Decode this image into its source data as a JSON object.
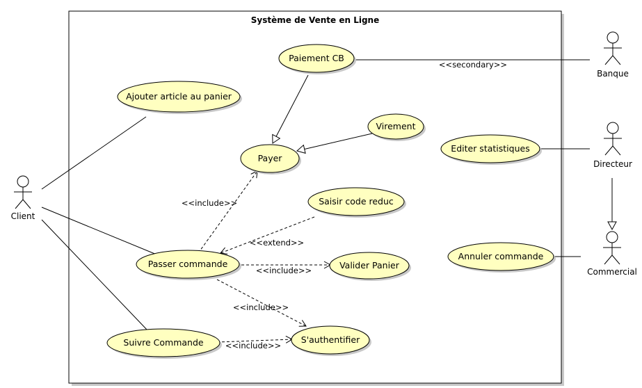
{
  "system": {
    "title": "Système de Vente en Ligne"
  },
  "actors": {
    "client": "Client",
    "banque": "Banque",
    "directeur": "Directeur",
    "commercial": "Commercial"
  },
  "use_cases": {
    "paiement_cb": "Paiement CB",
    "ajouter_article": "Ajouter article au panier",
    "virement": "Virement",
    "payer": "Payer",
    "editer_statistiques": "Editer statistiques",
    "saisir_code_reduc": "Saisir code reduc",
    "passer_commande": "Passer commande",
    "valider_panier": "Valider Panier",
    "annuler_commande": "Annuler commande",
    "suivre_commande": "Suivre Commande",
    "sauthentifier": "S'authentifier"
  },
  "relationships": {
    "secondary": "<<secondary>>",
    "include_payer": "<<include>>",
    "extend_code": "<<extend>>",
    "include_valider": "<<include>>",
    "include_auth_passer": "<<include>>",
    "include_auth_suivre": "<<include>>"
  },
  "colors": {
    "usecase_fill": "#ffffc0",
    "stroke": "#000000",
    "shadow": "#c8c8c8"
  }
}
